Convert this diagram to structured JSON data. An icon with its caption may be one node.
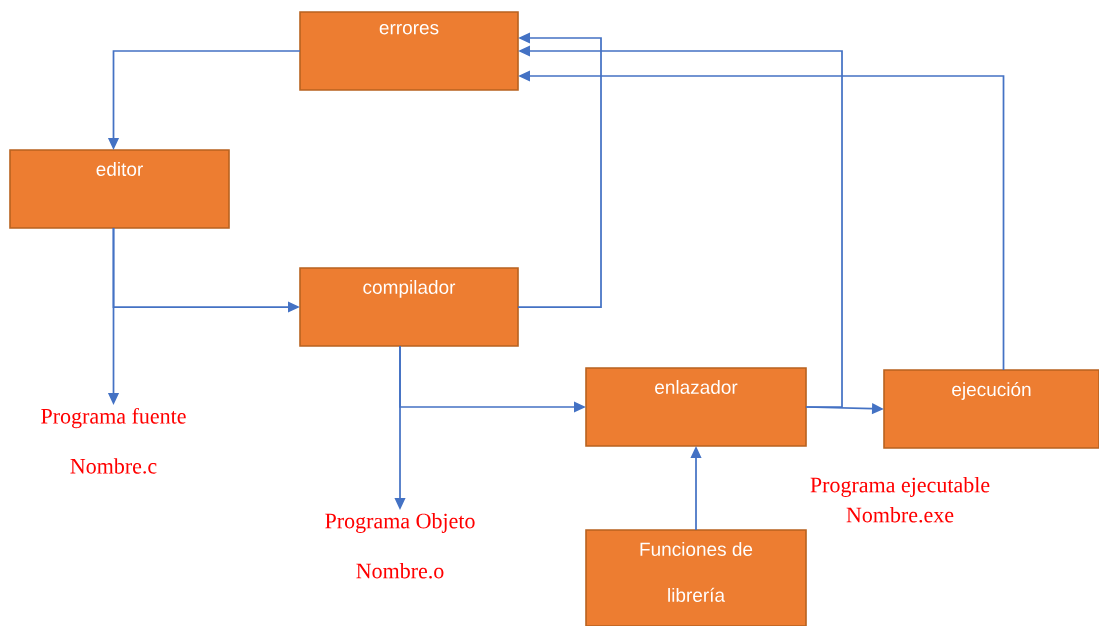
{
  "diagram": {
    "nodes": [
      {
        "text": [
          "errores"
        ]
      },
      {
        "text": [
          "editor"
        ]
      },
      {
        "text": [
          "compilador"
        ]
      },
      {
        "text": [
          "enlazador"
        ]
      },
      {
        "text": [
          "ejecución"
        ],
        "beside": [
          "Programa ejecutable",
          "Nombre.exe"
        ]
      },
      {
        "text": [
          "Funciones de librería"
        ]
      },
      {
        "text": [
          "Programa fuente",
          "Nombre.c"
        ]
      },
      {
        "text": [
          "Programa Objeto",
          "Nombre.o"
        ]
      }
    ],
    "edges": [
      {
        "from": 0,
        "to": 1,
        "arrow": "to"
      },
      {
        "from": 1,
        "to": 2,
        "arrow": "to"
      },
      {
        "from": 1,
        "to": 6,
        "arrow": "to"
      },
      {
        "from": 2,
        "to": 0,
        "arrow": "to"
      },
      {
        "from": 2,
        "to": 3,
        "arrow": "to"
      },
      {
        "from": 2,
        "to": 7,
        "arrow": "to"
      },
      {
        "from": 3,
        "to": 4,
        "arrow": "to"
      },
      {
        "from": 3,
        "to": 0,
        "arrow": "to"
      },
      {
        "from": 4,
        "to": 0,
        "arrow": "to"
      },
      {
        "from": 5,
        "to": 3,
        "arrow": "to"
      }
    ]
  }
}
